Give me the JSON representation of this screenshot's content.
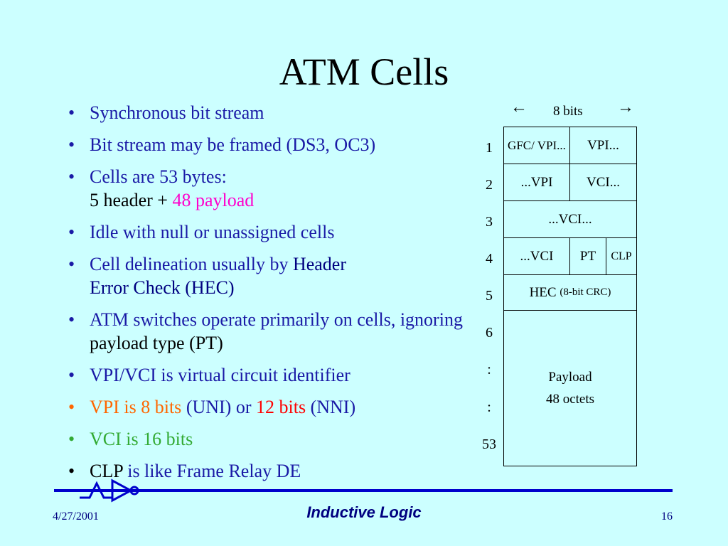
{
  "title": "ATM Cells",
  "bullets": {
    "b1": "Synchronous bit stream",
    "b2": "Bit stream may be framed (DS3, OC3)",
    "b3a": "Cells are 53 bytes:",
    "b3b_1": "5 header",
    "b3b_2": " + ",
    "b3b_3": "48 payload",
    "b4": "Idle with null or unassigned cells",
    "b5_1": "Cell delineation usually by ",
    "b5_2": "Header",
    "b5_3": "Error Check (HEC)",
    "b6_1": "ATM switches operate primarily on cells, ignoring ",
    "b6_2": "payload type (PT)",
    "b7": "VPI/VCI is virtual circuit identifier",
    "b8_1": "VPI is 8 bits",
    "b8_2": " (UNI) or ",
    "b8_3": "12 bits",
    "b8_4": " (NNI)",
    "b9": "VCI is 16 bits",
    "b10_1": "CLP",
    "b10_2": " is like Frame Relay DE",
    "dot": "•"
  },
  "diagram": {
    "bits_label": "8 bits",
    "arrow_left": "←",
    "arrow_right": "→",
    "rows": [
      "1",
      "2",
      "3",
      "4",
      "5",
      "6",
      ":",
      ":",
      "53"
    ],
    "r1c1": "GFC/ VPI...",
    "r1c2": "VPI...",
    "r2c1": "...VPI",
    "r2c2": "VCI...",
    "r3": "...VCI...",
    "r4c1": "...VCI",
    "r4c2": "PT",
    "r4c3": "CLP",
    "r5a": "HEC",
    "r5b": "(8-bit CRC)",
    "payload1": "Payload",
    "payload2": "48 octets"
  },
  "footer": {
    "date": "4/27/2001",
    "brand": "Inductive Logic",
    "page": "16"
  },
  "colors": {
    "background": "#ccffff",
    "bullet_text": "#1a1aa6",
    "orange": "#ff6600",
    "red": "#ff0000",
    "magenta": "#ff00cc",
    "green": "#33aa33",
    "navy": "#000080"
  }
}
